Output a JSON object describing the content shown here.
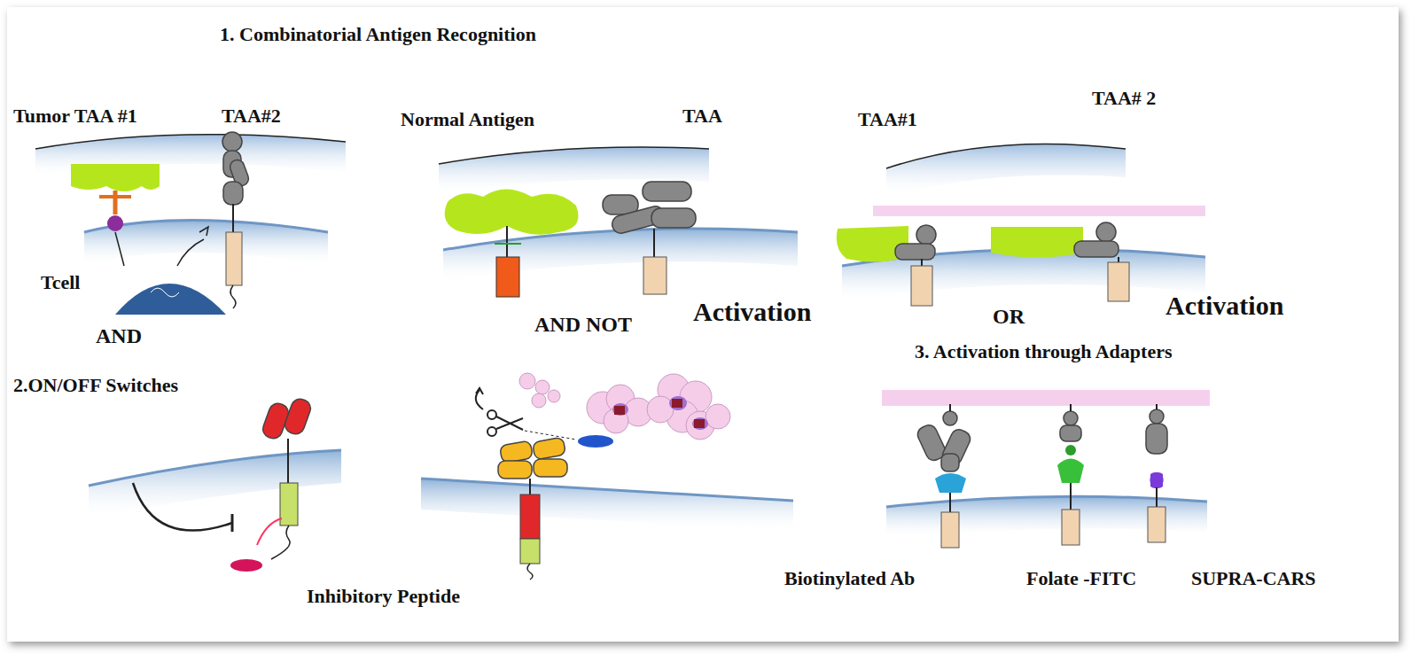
{
  "diagram": {
    "labels": [
      "1. Combinatorial Antigen Recognition",
      "Tumor TAA #1",
      "TAA#2",
      "Normal Antigen",
      "TAA",
      "TAA#1",
      "TAA# 2",
      "Tcell",
      "AND",
      "AND NOT",
      "Activation",
      "OR",
      "Activation",
      "3. Activation through Adapters",
      "2.ON/OFF Switches",
      "Inhibitory Peptide",
      "Biotinylated Ab",
      "Folate -FITC",
      "SUPRA-CARS"
    ]
  }
}
